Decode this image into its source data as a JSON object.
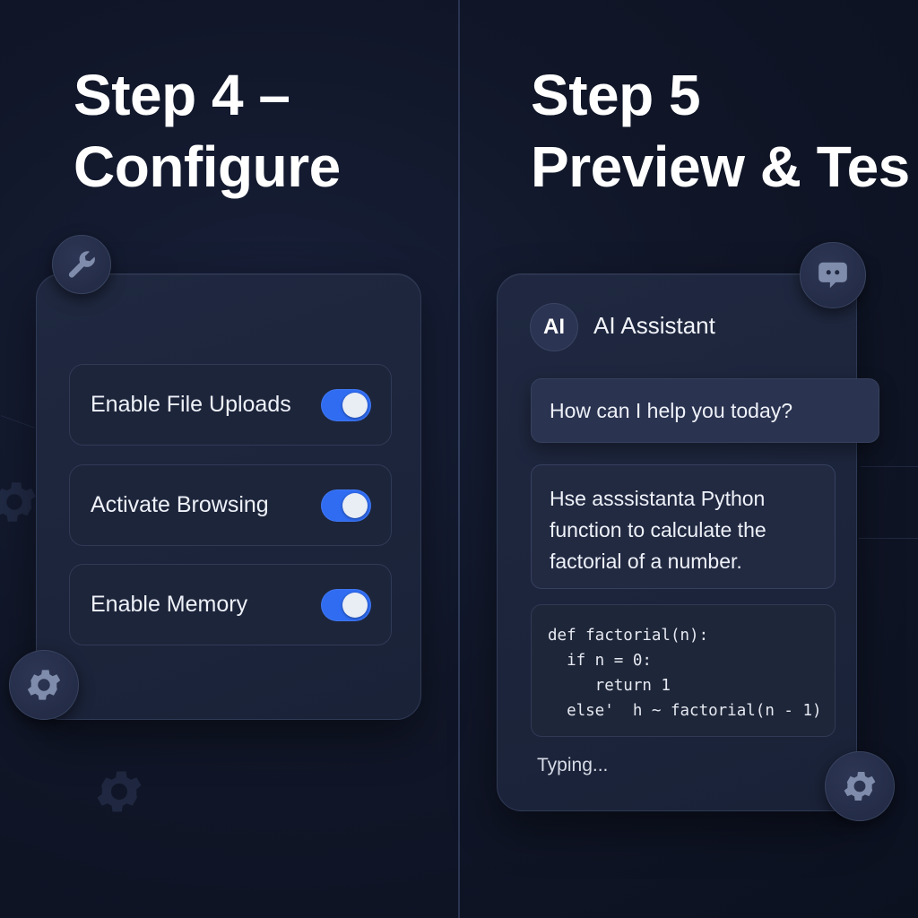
{
  "left_panel": {
    "heading_line1": "Step 4 –",
    "heading_line2": "Configure",
    "settings": [
      {
        "label": "Enable File Uploads",
        "enabled": true
      },
      {
        "label": "Activate Browsing",
        "enabled": true
      },
      {
        "label": "Enable Memory",
        "enabled": true
      }
    ],
    "top_icon": "wrench-icon",
    "bottom_icon": "gear-icon"
  },
  "right_panel": {
    "heading_line1": "Step 5",
    "heading_line2": "Preview & Tes",
    "assistant": {
      "avatar_text": "AI",
      "name": "AI Assistant"
    },
    "messages": {
      "greeting": "How can I help you today?",
      "reply_lines": [
        "Hse asssistanta Python",
        "function to calculate the",
        "factorial of a number."
      ],
      "code_lines": [
        "def factorial(n):",
        "  if n = 0:",
        "     return 1",
        "  else'  h ~ factorial(n - 1)"
      ]
    },
    "status": "Typing...",
    "top_icon": "chat-bubble-icon",
    "bottom_icon": "gear-icon"
  },
  "colors": {
    "background": "#111729",
    "card": "#1f2840",
    "toggle_on": "#2f6cf2",
    "text": "#eef1f8"
  }
}
